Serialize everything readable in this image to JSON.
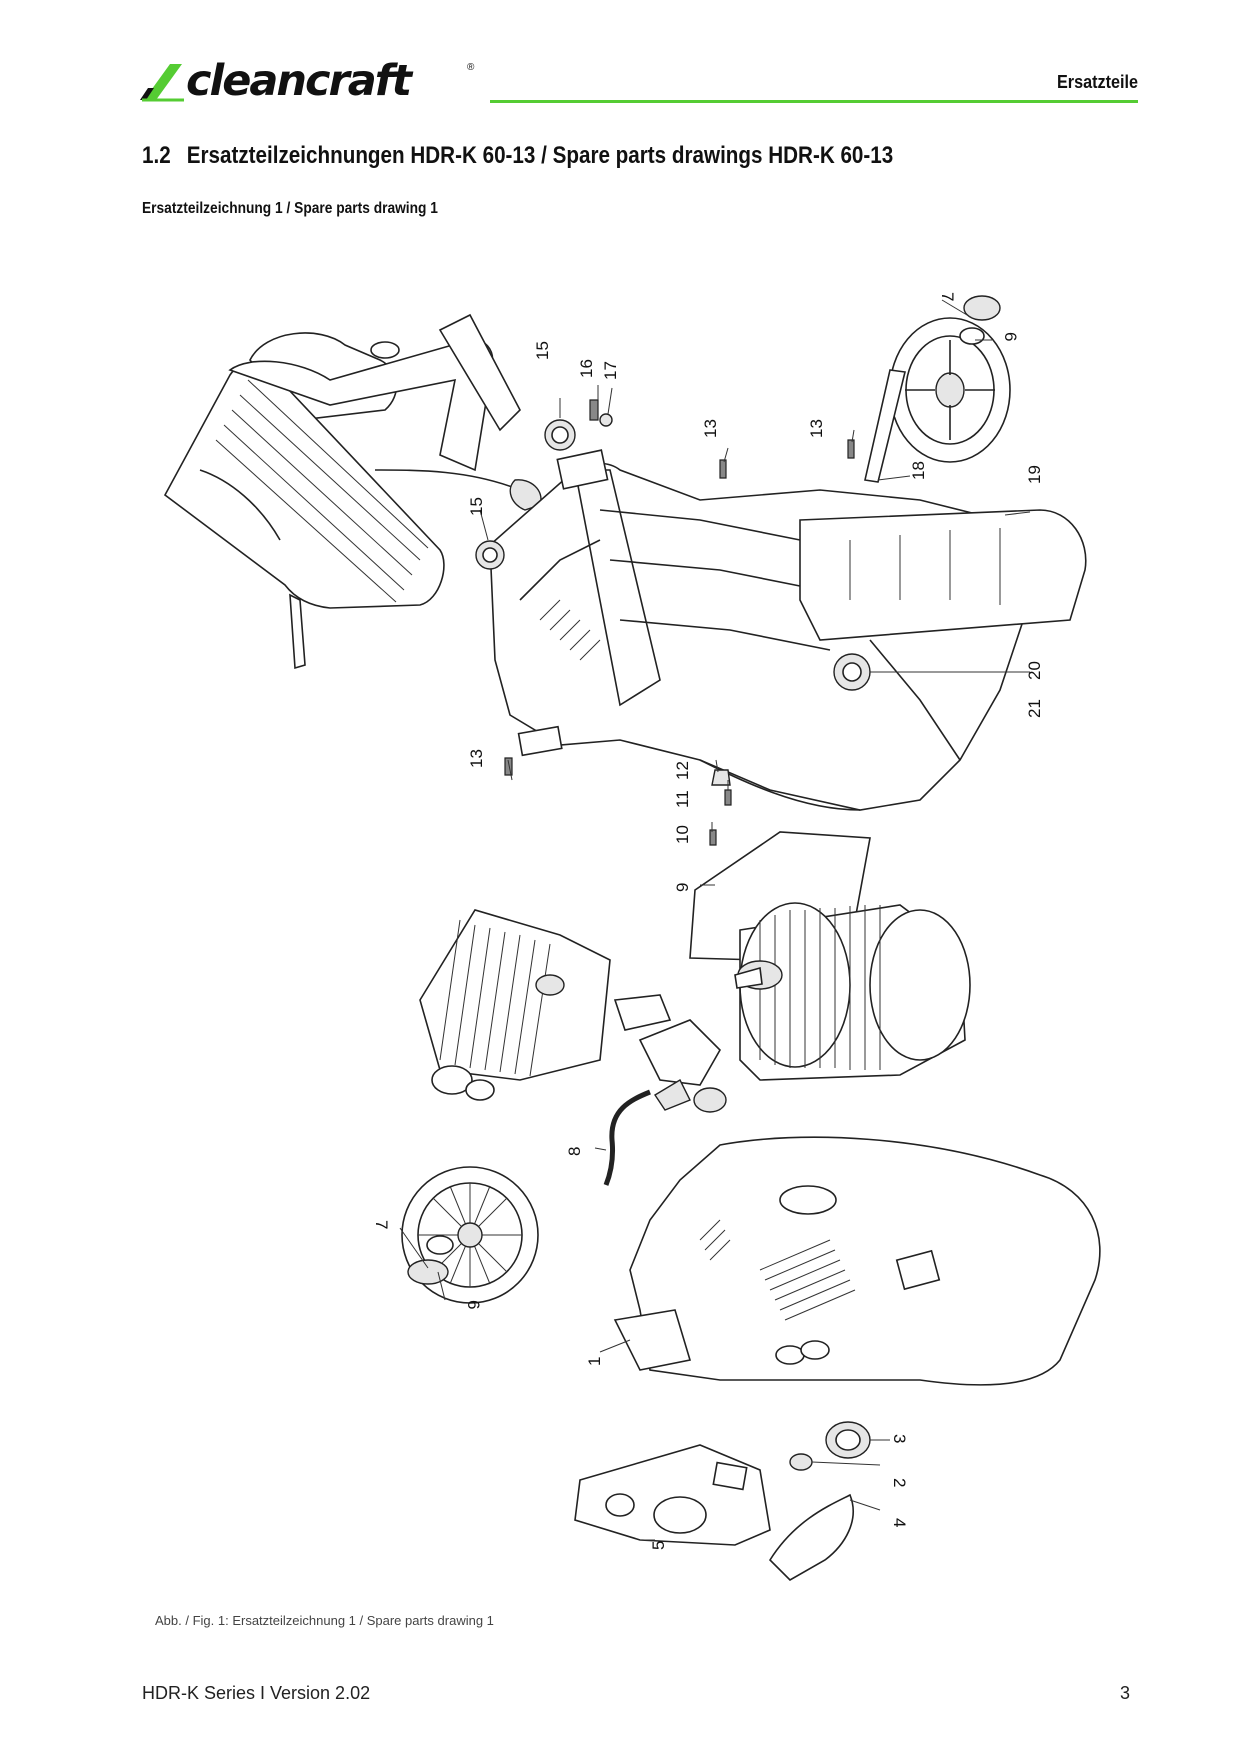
{
  "brand": {
    "name": "cleancraft",
    "registered_mark": "®",
    "accent_color": "#55cc33"
  },
  "header": {
    "section_label": "Ersatzteile"
  },
  "title": {
    "number": "1.2",
    "text": "Ersatzteilzeichnungen HDR-K 60-13 / Spare parts drawings HDR-K 60-13"
  },
  "subtitle": "Ersatzteilzeichnung 1 / Spare parts drawing 1",
  "drawing": {
    "part_labels": [
      "7",
      "6",
      "15",
      "16",
      "17",
      "13",
      "13",
      "18",
      "19",
      "15",
      "20",
      "21",
      "13",
      "12",
      "11",
      "10",
      "9",
      "8",
      "7",
      "6",
      "1",
      "3",
      "2",
      "4",
      "5"
    ]
  },
  "caption": "Abb. / Fig. 1: Ersatzteilzeichnung 1 / Spare parts drawing 1",
  "footer": {
    "left": "HDR-K Series I Version 2.02",
    "page_number": "3"
  }
}
